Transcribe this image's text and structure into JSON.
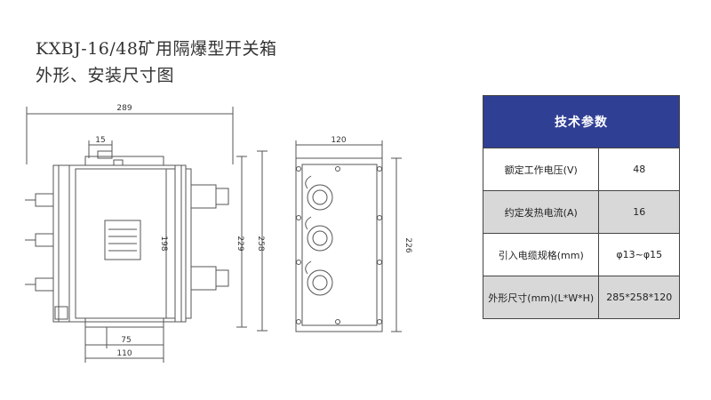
{
  "title": {
    "line1": "KXBJ-16/48矿用隔爆型开关箱",
    "line2": "外形、安装尺寸图"
  },
  "dimensions": {
    "overall_width": "289",
    "flange": "15",
    "body_height": "198",
    "mount_height": "229",
    "total_height": "258",
    "bottom_75": "75",
    "bottom_110": "110",
    "side_width": "120",
    "side_height": "226"
  },
  "spec_table": {
    "header": "技术参数",
    "rows": [
      {
        "label": "额定工作电压(V)",
        "value": "48"
      },
      {
        "label": "约定发热电流(A)",
        "value": "16"
      },
      {
        "label": "引入电缆规格(mm)",
        "value": "φ13~φ15"
      },
      {
        "label": "外形尺寸(mm)(L*W*H)",
        "value": "285*258*120"
      }
    ]
  },
  "colors": {
    "header_bg": "#2f3f93",
    "row_alt": "#d8d8d8",
    "line": "#555555"
  }
}
